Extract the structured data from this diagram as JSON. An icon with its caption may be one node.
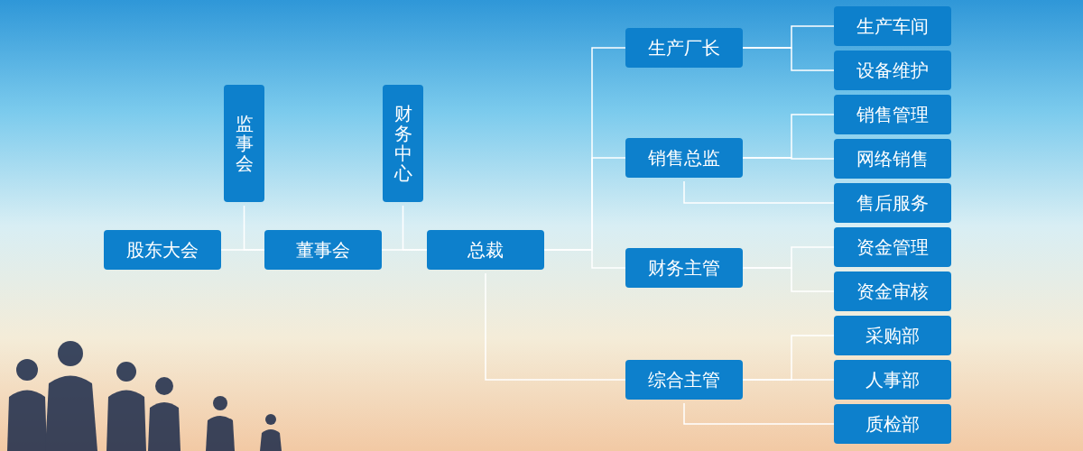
{
  "diagram": {
    "nodes": [
      {
        "text": [
          "股东大会"
        ]
      },
      {
        "text": [
          "董事会"
        ]
      },
      {
        "text": [
          "总裁"
        ]
      },
      {
        "text": [
          "监事会"
        ]
      },
      {
        "text": [
          "财务中心"
        ]
      },
      {
        "text": [
          "生产厂长"
        ]
      },
      {
        "text": [
          "销售总监"
        ]
      },
      {
        "text": [
          "财务主管"
        ]
      },
      {
        "text": [
          "综合主管"
        ]
      },
      {
        "text": [
          "生产车间"
        ]
      },
      {
        "text": [
          "设备维护"
        ]
      },
      {
        "text": [
          "销售管理"
        ]
      },
      {
        "text": [
          "网络销售"
        ]
      },
      {
        "text": [
          "售后服务"
        ]
      },
      {
        "text": [
          "资金管理"
        ]
      },
      {
        "text": [
          "资金审核"
        ]
      },
      {
        "text": [
          "采购部"
        ]
      },
      {
        "text": [
          "人事部"
        ]
      },
      {
        "text": [
          "质检部"
        ]
      }
    ],
    "edges": [
      {
        "from": 0,
        "to": 1,
        "arrow": "none"
      },
      {
        "from": 3,
        "to": 1,
        "arrow": "none"
      },
      {
        "from": 1,
        "to": 2,
        "arrow": "none"
      },
      {
        "from": 4,
        "to": 2,
        "arrow": "none"
      },
      {
        "from": 2,
        "to": 5,
        "arrow": "none"
      },
      {
        "from": 2,
        "to": 6,
        "arrow": "none"
      },
      {
        "from": 2,
        "to": 7,
        "arrow": "none"
      },
      {
        "from": 2,
        "to": 8,
        "arrow": "none"
      },
      {
        "from": 5,
        "to": 9,
        "arrow": "none"
      },
      {
        "from": 5,
        "to": 10,
        "arrow": "none"
      },
      {
        "from": 6,
        "to": 11,
        "arrow": "none"
      },
      {
        "from": 6,
        "to": 12,
        "arrow": "none"
      },
      {
        "from": 6,
        "to": 13,
        "arrow": "none"
      },
      {
        "from": 7,
        "to": 14,
        "arrow": "none"
      },
      {
        "from": 7,
        "to": 15,
        "arrow": "none"
      },
      {
        "from": 8,
        "to": 16,
        "arrow": "none"
      },
      {
        "from": 8,
        "to": 17,
        "arrow": "none"
      },
      {
        "from": 8,
        "to": 18,
        "arrow": "none"
      }
    ]
  }
}
